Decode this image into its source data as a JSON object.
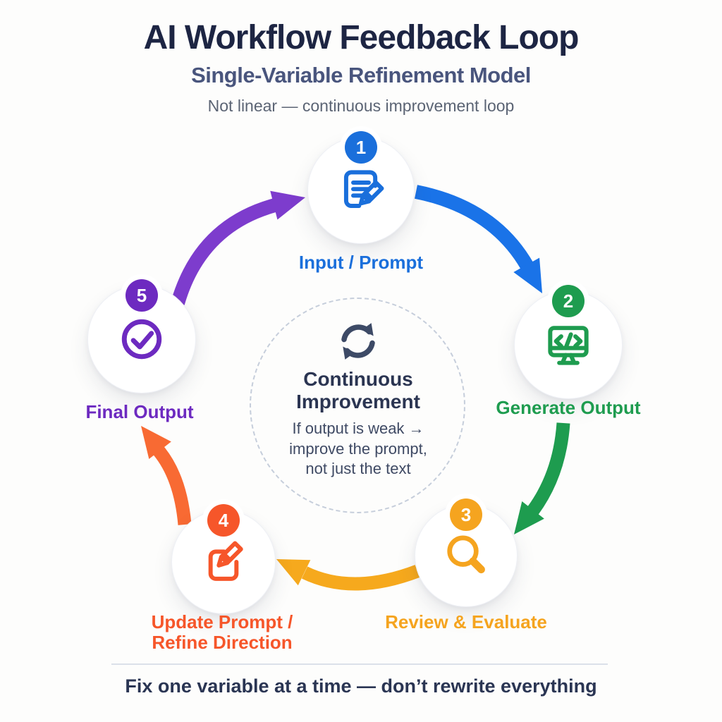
{
  "page": {
    "background": "#fdfdfc"
  },
  "header": {
    "title": "AI Workflow Feedback Loop",
    "subtitle": "Single-Variable Refinement Model",
    "tagline": "Not linear — continuous improvement loop",
    "title_color": "#1d2543",
    "subtitle_color": "#49557d",
    "tagline_color": "#5b6474"
  },
  "steps": [
    {
      "number": "1",
      "label": "Input / Prompt",
      "label2": "",
      "color": "#1a6fdb",
      "icon": "document-pencil-icon"
    },
    {
      "number": "2",
      "label": "Generate Output",
      "label2": "",
      "color": "#1e9c4f",
      "icon": "monitor-code-icon"
    },
    {
      "number": "3",
      "label": "Review & Evaluate",
      "label2": "",
      "color": "#f5a41f",
      "icon": "magnifier-icon"
    },
    {
      "number": "4",
      "label": "Update Prompt /",
      "label2": "Refine Direction",
      "color": "#f6562a",
      "icon": "edit-square-pencil-icon"
    },
    {
      "number": "5",
      "label": "Final Output",
      "label2": "",
      "color": "#6d2ac0",
      "icon": "check-circle-icon"
    }
  ],
  "arrows": [
    {
      "name": "input-to-generate",
      "color": "#1a73e8"
    },
    {
      "name": "generate-to-review",
      "color": "#1e9c4f"
    },
    {
      "name": "review-to-update",
      "color": "#f6a91d"
    },
    {
      "name": "update-to-final",
      "color": "#f86a33"
    },
    {
      "name": "final-to-input",
      "color": "#7d3ccd"
    }
  ],
  "center": {
    "icon": "sync-arrows-icon",
    "icon_color": "#3d4a66",
    "title_lines": [
      "Continuous",
      "Improvement"
    ],
    "title_color": "#2b3552",
    "note_lines": [
      "If output is weak →",
      "improve the prompt,",
      "not just the text"
    ],
    "note_color": "#3f4a64",
    "dash_color": "#c6cedb"
  },
  "footer": {
    "note": "Fix one variable at a time — don’t rewrite everything",
    "note_color": "#2a3553",
    "divider_color": "#dbe0e9"
  }
}
